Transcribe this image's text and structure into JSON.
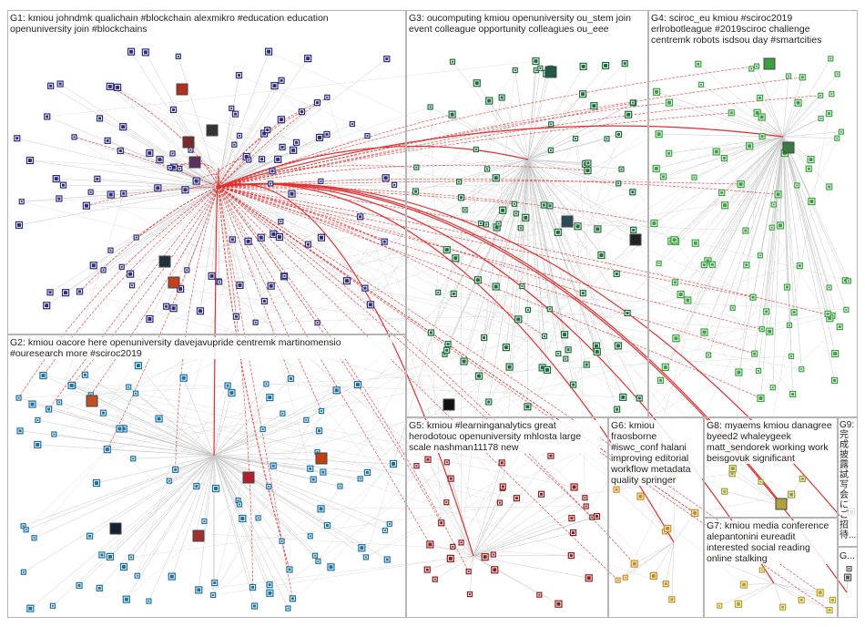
{
  "graph": {
    "accent_edge": "#e03030",
    "base_edge": "#c8c8c8",
    "groups": [
      {
        "id": "G1",
        "text": "G1: kmiou johndmk qualichain #blockchain alexmikro #education education openuniversity join #blockchains",
        "color": "#2b2b7a"
      },
      {
        "id": "G2",
        "text": "G2: kmiou oacore here openuniversity davejavupride centremk martinomensio #ouresearch more #sciroc2019",
        "color": "#1a6fa0"
      },
      {
        "id": "G3",
        "text": "G3: oucomputing kmiou openuniversity ou_stem join event colleague opportunity colleagues ou_eee",
        "color": "#1e6b3a"
      },
      {
        "id": "G4",
        "text": "G4: sciroc_eu kmiou #sciroc2019 erlrobotleague #2019sciroc challenge centremk robots isdsou day #smartcities",
        "color": "#3aa040"
      },
      {
        "id": "G5",
        "text": "G5: kmiou #learninganalytics great herodotouc openuniversity mhlosta large scale nashman11178 new",
        "color": "#8b1a1a"
      },
      {
        "id": "G6",
        "text": "G6: kmiou fraosborne #iswc_conf halani improving editorial workflow metadata quality springer",
        "color": "#c88a1a"
      },
      {
        "id": "G7",
        "text": "G7: kmiou media conference alepantonini eureadit interested social reading online stalking",
        "color": "#b8a020"
      },
      {
        "id": "G8",
        "text": "G8: myaems kmiou danagree byeed2 whaleygeek matt_sendorek working work beisgovuk significant",
        "color": "#9a9a30"
      },
      {
        "id": "G9",
        "text": "G9: 完成 披露 試写 会 に ご 招待...",
        "color": "#555555"
      },
      {
        "id": "G10",
        "text": "G...",
        "color": "#555555"
      }
    ]
  }
}
